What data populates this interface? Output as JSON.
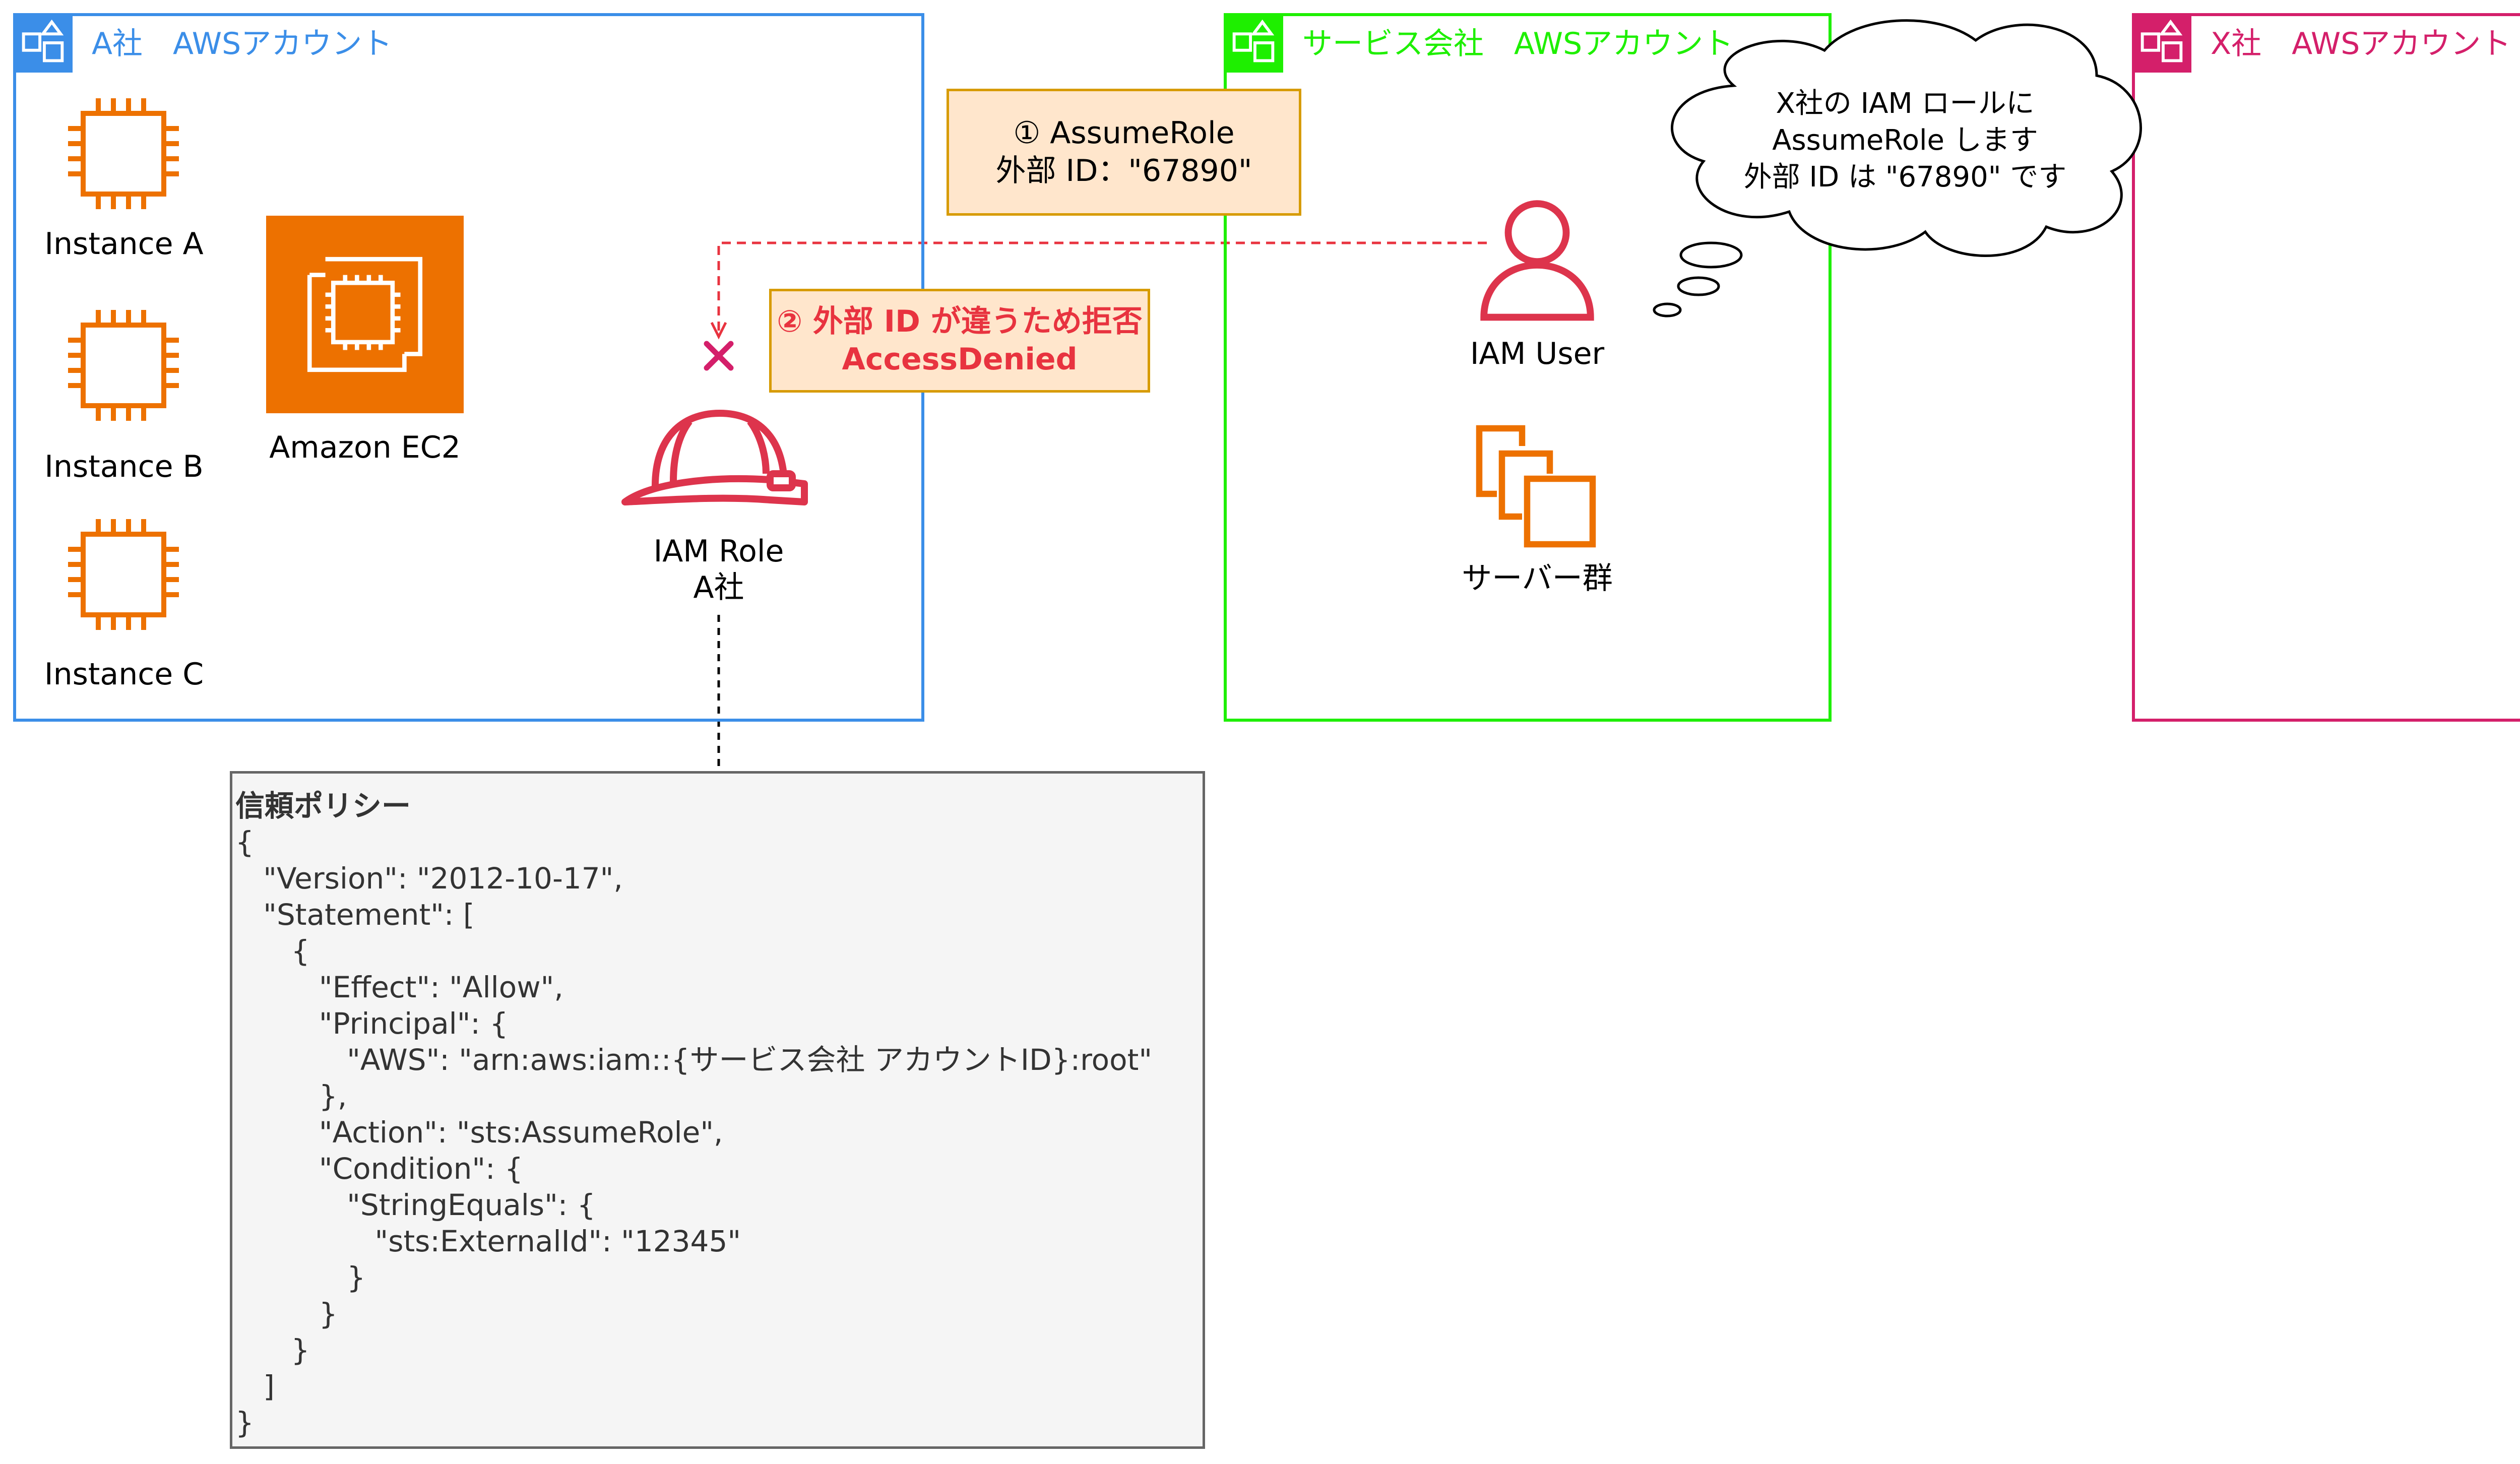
{
  "colors": {
    "account_a": "#3b8ee8",
    "service_account": "#1eef00",
    "account_x": "#d41f6a",
    "ec2_orange": "#ed7100",
    "iam_red": "#dd344c",
    "note_fill": "#ffe6cc",
    "note_border": "#d79b00",
    "denied_red": "#e8333f",
    "policy_fill": "#f5f5f5",
    "policy_border": "#666666"
  },
  "accounts": {
    "a": {
      "title": "A社　AWSアカウント",
      "icon": "aws-account-group-icon"
    },
    "service": {
      "title": "サービス会社　AWSアカウント",
      "icon": "aws-account-group-icon"
    },
    "x": {
      "title": "X社　AWSアカウント",
      "icon": "aws-account-group-icon"
    }
  },
  "resources": {
    "instance_a": {
      "label": "Instance A",
      "icon": "ec2-instance-chip-icon"
    },
    "instance_b": {
      "label": "Instance B",
      "icon": "ec2-instance-chip-icon"
    },
    "instance_c": {
      "label": "Instance C",
      "icon": "ec2-instance-chip-icon"
    },
    "ec2": {
      "label": "Amazon EC2",
      "icon": "amazon-ec2-icon"
    },
    "iam_role": {
      "label_line1": "IAM Role",
      "label_line2": "A社",
      "icon": "iam-role-hardhat-icon"
    },
    "iam_user": {
      "label": "IAM User",
      "icon": "iam-user-icon"
    },
    "servers": {
      "label": "サーバー群",
      "icon": "server-group-icon"
    }
  },
  "notes": {
    "assume_role": {
      "line1": "① AssumeRole",
      "line2": "外部 ID：\"67890\""
    },
    "denied": {
      "line1": "② 外部 ID が違うため拒否",
      "line2": "AccessDenied"
    }
  },
  "thought_bubble": {
    "line1": "X社の IAM ロールに",
    "line2": "AssumeRole します",
    "line3": "外部 ID は \"67890\" です"
  },
  "policy": {
    "title": "信頼ポリシー",
    "lines": [
      "{",
      "   \"Version\": \"2012-10-17\",",
      "   \"Statement\": [",
      "      {",
      "         \"Effect\": \"Allow\",",
      "         \"Principal\": {",
      "            \"AWS\": \"arn:aws:iam::{サービス会社 アカウントID}:root\"",
      "         },",
      "         \"Action\": \"sts:AssumeRole\",",
      "         \"Condition\": {",
      "            \"StringEquals\": {",
      "               \"sts:ExternalId\": \"12345\"",
      "            }",
      "         }",
      "      }",
      "   ]",
      "}"
    ]
  }
}
